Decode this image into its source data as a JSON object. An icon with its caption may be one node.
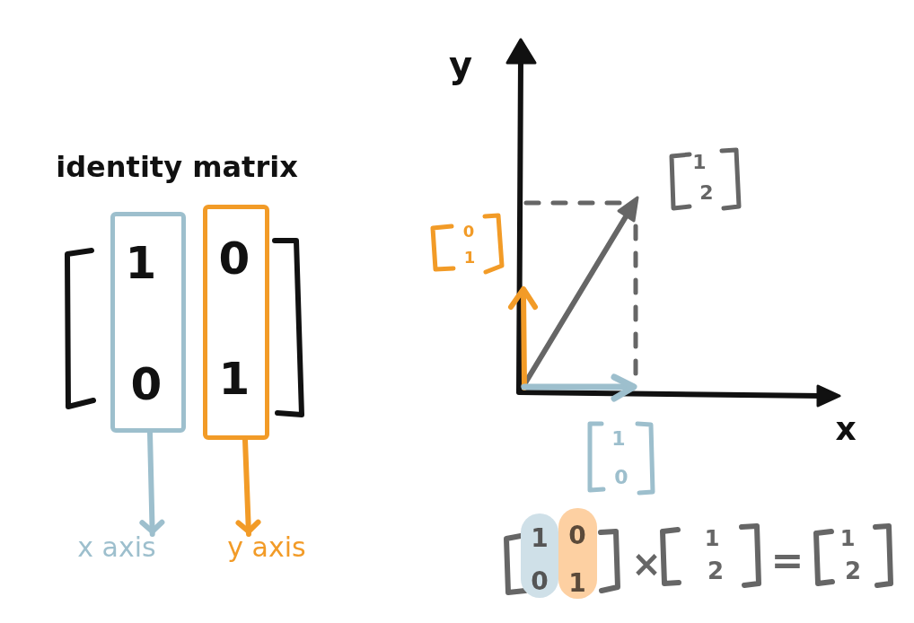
{
  "diagram": {
    "title": "identity matrix",
    "nodes": [
      {
        "text": [
          "1",
          "0"
        ]
      },
      {
        "text": [
          "0",
          "1"
        ]
      },
      {
        "text": [
          "x axis"
        ]
      },
      {
        "text": [
          "y axis"
        ]
      },
      {
        "text": [
          "1",
          "0"
        ]
      },
      {
        "text": [
          "0",
          "1"
        ]
      }
    ],
    "edges": [
      {
        "from": 0,
        "to": 2,
        "arrow": "to",
        "color": "#9dbfcd"
      },
      {
        "from": 1,
        "to": 3,
        "arrow": "to",
        "color": "#f29b27"
      }
    ],
    "labels": [
      "y",
      "1",
      "2",
      "0",
      "1",
      "x",
      "1",
      "0",
      "×",
      "1",
      "2",
      "=",
      "1",
      "2"
    ]
  }
}
